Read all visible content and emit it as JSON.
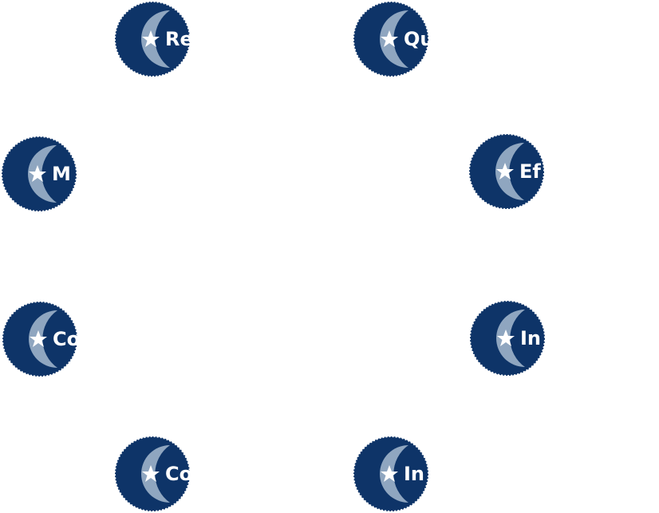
{
  "colors": {
    "disc": "#0e3468",
    "crescent": "#8fa6c0",
    "text": "#ffffff"
  },
  "icons": {
    "badge_shape": "crescent-disc-icon",
    "marker": "star-icon"
  },
  "badges": [
    {
      "label": "Re"
    },
    {
      "label": "Qu"
    },
    {
      "label": "M"
    },
    {
      "label": "Ef"
    },
    {
      "label": "Co"
    },
    {
      "label": "In"
    },
    {
      "label": "Co"
    },
    {
      "label": "In"
    }
  ]
}
